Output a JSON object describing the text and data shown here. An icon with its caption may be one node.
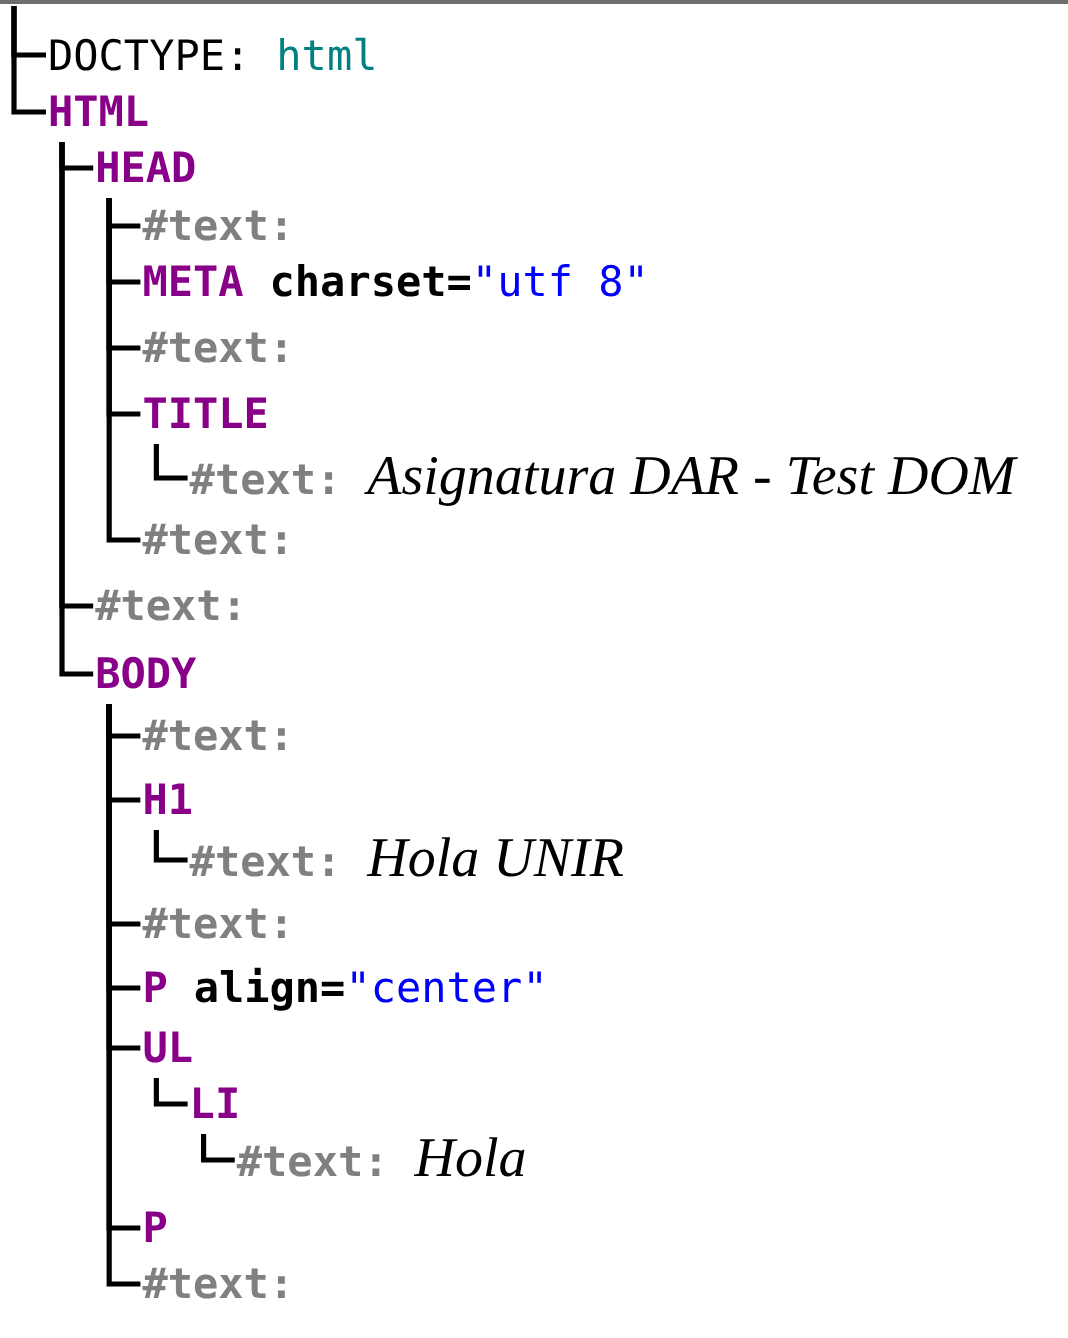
{
  "diagram": {
    "nodes": [
      {
        "text": [
          "DOCTYPE:",
          "html"
        ]
      },
      {
        "text": [
          "HTML"
        ]
      },
      {
        "text": [
          "HEAD"
        ]
      },
      {
        "text": [
          "#text:"
        ]
      },
      {
        "text": [
          "META",
          "charset=",
          "\"utf 8\""
        ]
      },
      {
        "text": [
          "#text:"
        ]
      },
      {
        "text": [
          "TITLE"
        ]
      },
      {
        "text": [
          "#text:",
          "Asignatura DAR - Test DOM"
        ]
      },
      {
        "text": [
          "#text:"
        ]
      },
      {
        "text": [
          "#text:"
        ]
      },
      {
        "text": [
          "BODY"
        ]
      },
      {
        "text": [
          "#text:"
        ]
      },
      {
        "text": [
          "H1"
        ]
      },
      {
        "text": [
          "#text:",
          "Hola UNIR"
        ]
      },
      {
        "text": [
          "#text:"
        ]
      },
      {
        "text": [
          "P",
          "align=",
          "\"center\""
        ]
      },
      {
        "text": [
          "UL"
        ]
      },
      {
        "text": [
          "LI"
        ]
      },
      {
        "text": [
          "#text:",
          "Hola"
        ]
      },
      {
        "text": [
          "P"
        ]
      },
      {
        "text": [
          "#text:"
        ]
      }
    ],
    "edges": [
      {
        "from": null,
        "to": 0,
        "arrow": "none"
      },
      {
        "from": null,
        "to": 1,
        "arrow": "none"
      },
      {
        "from": 1,
        "to": 2,
        "arrow": "none"
      },
      {
        "from": 2,
        "to": 3,
        "arrow": "none"
      },
      {
        "from": 2,
        "to": 4,
        "arrow": "none"
      },
      {
        "from": 2,
        "to": 5,
        "arrow": "none"
      },
      {
        "from": 2,
        "to": 6,
        "arrow": "none"
      },
      {
        "from": 6,
        "to": 7,
        "arrow": "none"
      },
      {
        "from": 2,
        "to": 8,
        "arrow": "none"
      },
      {
        "from": 1,
        "to": 9,
        "arrow": "none"
      },
      {
        "from": 1,
        "to": 10,
        "arrow": "none"
      },
      {
        "from": 10,
        "to": 11,
        "arrow": "none"
      },
      {
        "from": 10,
        "to": 12,
        "arrow": "none"
      },
      {
        "from": 12,
        "to": 13,
        "arrow": "none"
      },
      {
        "from": 10,
        "to": 14,
        "arrow": "none"
      },
      {
        "from": 10,
        "to": 15,
        "arrow": "none"
      },
      {
        "from": 10,
        "to": 16,
        "arrow": "none"
      },
      {
        "from": 16,
        "to": 17,
        "arrow": "none"
      },
      {
        "from": 17,
        "to": 18,
        "arrow": "none"
      },
      {
        "from": 10,
        "to": 19,
        "arrow": "none"
      },
      {
        "from": 10,
        "to": 20,
        "arrow": "none"
      }
    ]
  }
}
